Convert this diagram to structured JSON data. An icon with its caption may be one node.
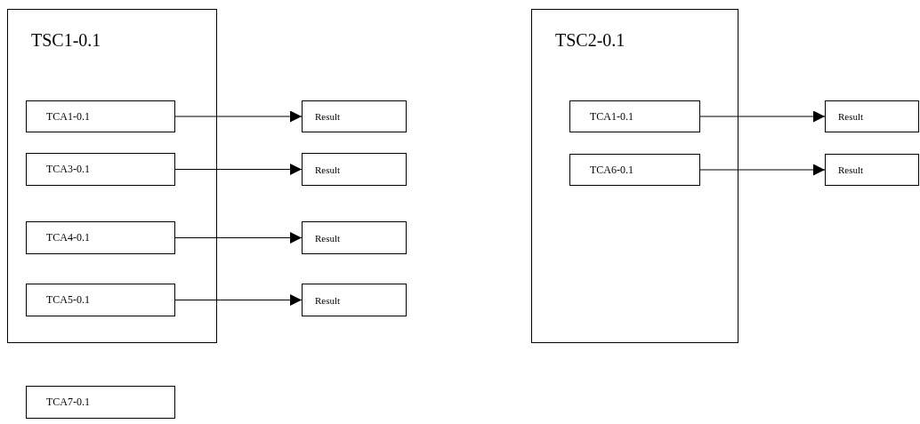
{
  "diagram": {
    "nodes": [
      {
        "text": [
          "TSC1-0.1"
        ]
      },
      {
        "text": [
          "TCA1-0.1"
        ],
        "in": 0
      },
      {
        "text": [
          "Result"
        ]
      },
      {
        "text": [
          "TCA3-0.1"
        ],
        "in": 0
      },
      {
        "text": [
          "Result"
        ]
      },
      {
        "text": [
          "TCA4-0.1"
        ],
        "in": 0
      },
      {
        "text": [
          "Result"
        ]
      },
      {
        "text": [
          "TCA5-0.1"
        ],
        "in": 0
      },
      {
        "text": [
          "Result"
        ]
      },
      {
        "text": [
          "TSC2-0.1"
        ]
      },
      {
        "text": [
          "TCA1-0.1"
        ],
        "in": 9
      },
      {
        "text": [
          "Result"
        ]
      },
      {
        "text": [
          "TCA6-0.1"
        ],
        "in": 9
      },
      {
        "text": [
          "Result"
        ]
      },
      {
        "text": [
          "TCA7-0.1"
        ]
      }
    ],
    "edges": [
      {
        "from": 1,
        "to": 2,
        "arrow": "to"
      },
      {
        "from": 3,
        "to": 4,
        "arrow": "to"
      },
      {
        "from": 5,
        "to": 6,
        "arrow": "to"
      },
      {
        "from": 7,
        "to": 8,
        "arrow": "to"
      },
      {
        "from": 10,
        "to": 11,
        "arrow": "to"
      },
      {
        "from": 12,
        "to": 13,
        "arrow": "to"
      }
    ]
  }
}
